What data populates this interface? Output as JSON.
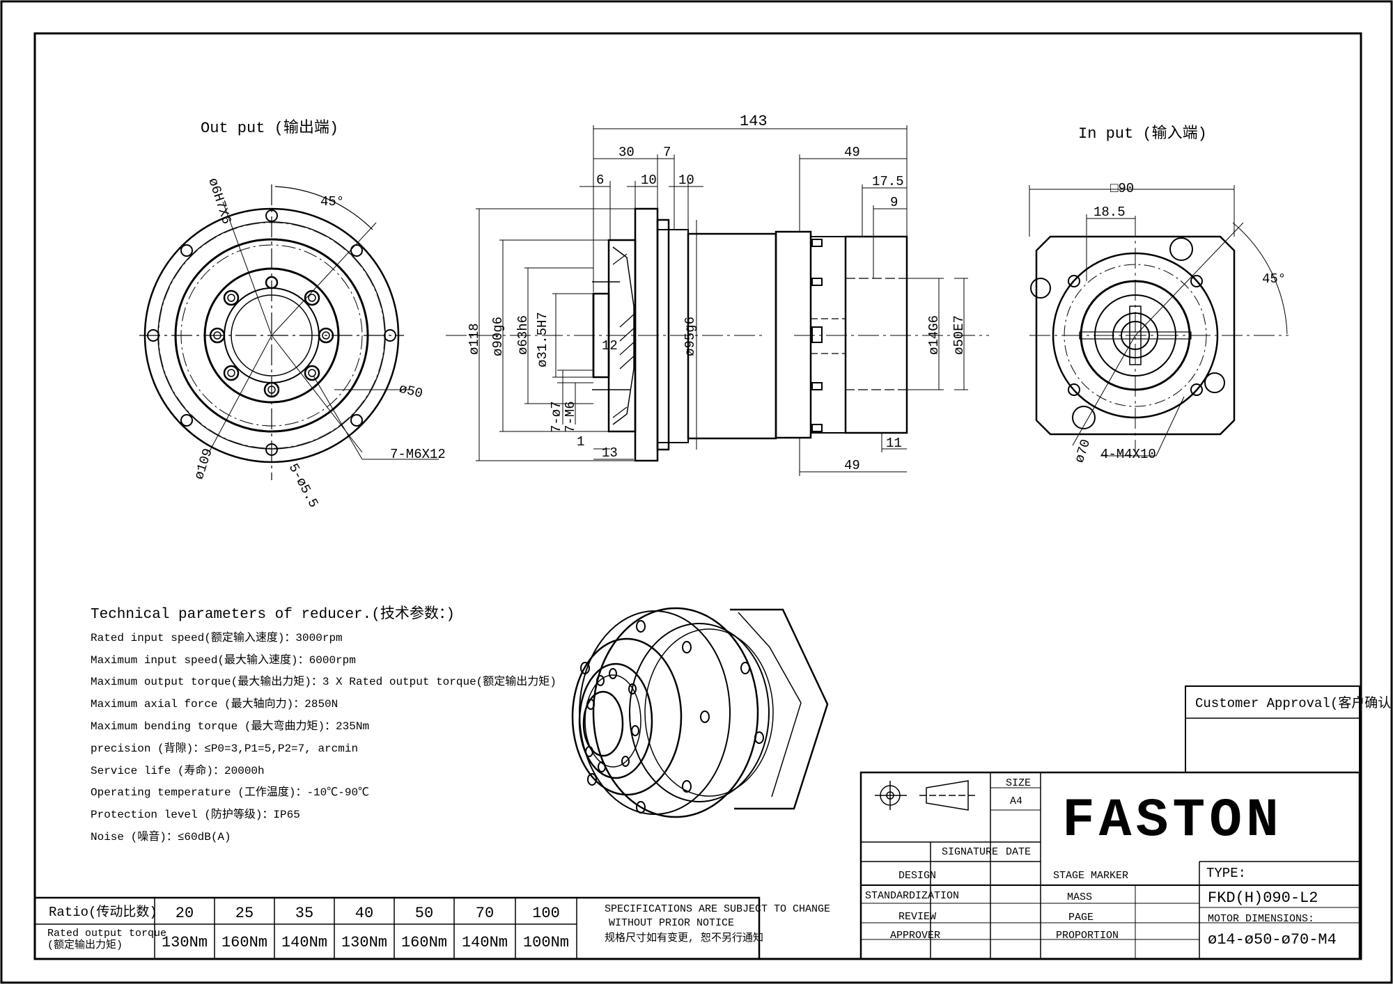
{
  "views": {
    "output_title": "Out put (输出端)",
    "input_title": "In put (输入端)"
  },
  "output_view": {
    "angle": "45°",
    "pilot": "ø6H7X6",
    "bolt_circle": "ø50",
    "outer": "ø109",
    "threads": "7-M6X12",
    "holes": "5-ø5.5"
  },
  "side_view": {
    "overall": "143",
    "d30": "30",
    "d7": "7",
    "d6": "6",
    "d10a": "10",
    "d10b": "10",
    "d49_top": "49",
    "d17_5": "17.5",
    "d9": "9",
    "d118": "ø118",
    "d90g6": "ø90g6",
    "d63h6": "ø63h6",
    "d31_5": "ø31.5H7",
    "d95g6": "ø95g6",
    "d12": "12",
    "d7_o7": "7-ø7",
    "d7_m6": "7-M6",
    "d1": "1",
    "d13": "13",
    "d14G6": "ø14G6",
    "d50E7": "ø50E7",
    "d11": "11",
    "d49_bottom": "49"
  },
  "input_view": {
    "square": "□90",
    "offset": "18.5",
    "angle": "45°",
    "pcd": "ø70",
    "threads": "4-M4X10"
  },
  "tech": {
    "heading": "Technical parameters of reducer.(技术参数：)",
    "lines": [
      "Rated input speed(额定输入速度)：3000rpm",
      "Maximum input speed(最大输入速度)：6000rpm",
      "Maximum output torque(最大输出力矩)：3 X Rated output torque(额定输出力矩)",
      "Maximum axial force (最大轴向力)：2850N",
      "Maximum bending torque (最大弯曲力矩)：235Nm",
      "precision (背隙)：≤P0=3,P1=5,P2=7, arcmin",
      "Service life (寿命)：20000h",
      "Operating temperature (工作温度)：-10℃-90℃",
      "Protection level (防护等级)：IP65",
      "Noise (噪音)：≤60dB(A)"
    ]
  },
  "ratio_table": {
    "row1_label": "Ratio(传动比数)",
    "row2_label_1": "Rated output torque",
    "row2_label_2": "(额定输出力矩)",
    "ratios": [
      "20",
      "25",
      "35",
      "40",
      "50",
      "70",
      "100"
    ],
    "torques": [
      "130Nm",
      "160Nm",
      "140Nm",
      "130Nm",
      "160Nm",
      "140Nm",
      "100Nm"
    ],
    "note_1": "SPECIFICATIONS ARE SUBJECT TO CHANGE",
    "note_2": "WITHOUT PRIOR NOTICE",
    "note_3": "规格尺寸如有变更, 恕不另行通知"
  },
  "title_block": {
    "customer_approval": "Customer Approval(客户确认)",
    "size_label": "SIZE",
    "size_value": "A4",
    "signature": "SIGNATURE",
    "date": "DATE",
    "brand": "FASTON",
    "design": "DESIGN",
    "standardization": "STANDARDIZATION",
    "review": "REVIEW",
    "approver": "APPROVER",
    "stage_marker": "STAGE MARKER",
    "mass": "MASS",
    "page": "PAGE",
    "proportion": "PROPORTION",
    "type_label": "TYPE:",
    "type_value": "FKD(H)090-L2",
    "motor_label": "MOTOR DIMENSIONS:",
    "motor_value": "ø14-ø50-ø70-M4"
  }
}
